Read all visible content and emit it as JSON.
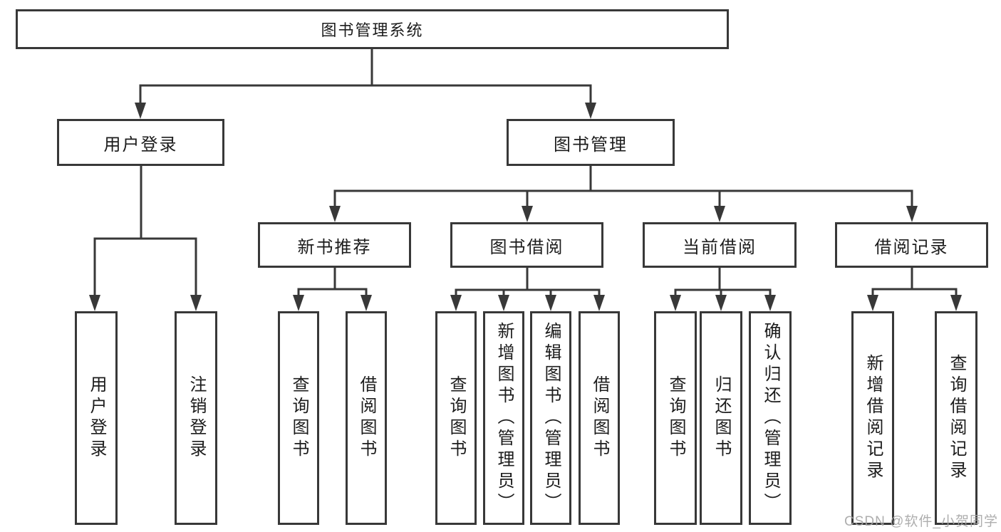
{
  "diagram": {
    "root": {
      "label": "图书管理系统"
    },
    "level2": [
      {
        "id": "user-login",
        "label": "用户登录"
      },
      {
        "id": "book-management",
        "label": "图书管理"
      }
    ],
    "level3": [
      {
        "id": "new-book-recommend",
        "label": "新书推荐",
        "parent": "图书管理"
      },
      {
        "id": "book-borrow",
        "label": "图书借阅",
        "parent": "图书管理"
      },
      {
        "id": "current-borrow",
        "label": "当前借阅",
        "parent": "图书管理"
      },
      {
        "id": "borrow-records",
        "label": "借阅记录",
        "parent": "图书管理"
      }
    ],
    "leaves": [
      {
        "label": "用户登录",
        "parent": "用户登录"
      },
      {
        "label": "注销登录",
        "parent": "用户登录"
      },
      {
        "label": "查询图书",
        "parent": "新书推荐"
      },
      {
        "label": "借阅图书",
        "parent": "新书推荐"
      },
      {
        "label": "查询图书",
        "parent": "图书借阅"
      },
      {
        "label": "新增图书（管理员）",
        "parent": "图书借阅"
      },
      {
        "label": "编辑图书（管理员）",
        "parent": "图书借阅"
      },
      {
        "label": "借阅图书",
        "parent": "图书借阅"
      },
      {
        "label": "查询图书",
        "parent": "当前借阅"
      },
      {
        "label": "归还图书",
        "parent": "当前借阅"
      },
      {
        "label": "确认归还（管理员）",
        "parent": "当前借阅"
      },
      {
        "label": "新增借阅记录",
        "parent": "借阅记录"
      },
      {
        "label": "查询借阅记录",
        "parent": "借阅记录"
      }
    ],
    "watermark": "CSDN @软件_小贺同学",
    "colors": {
      "line": "#383838",
      "box_border": "#383838",
      "box_fill": "#ffffff",
      "text": "#1c1c1c",
      "watermark": "#a5a5a5",
      "background": "#ffffff"
    }
  }
}
